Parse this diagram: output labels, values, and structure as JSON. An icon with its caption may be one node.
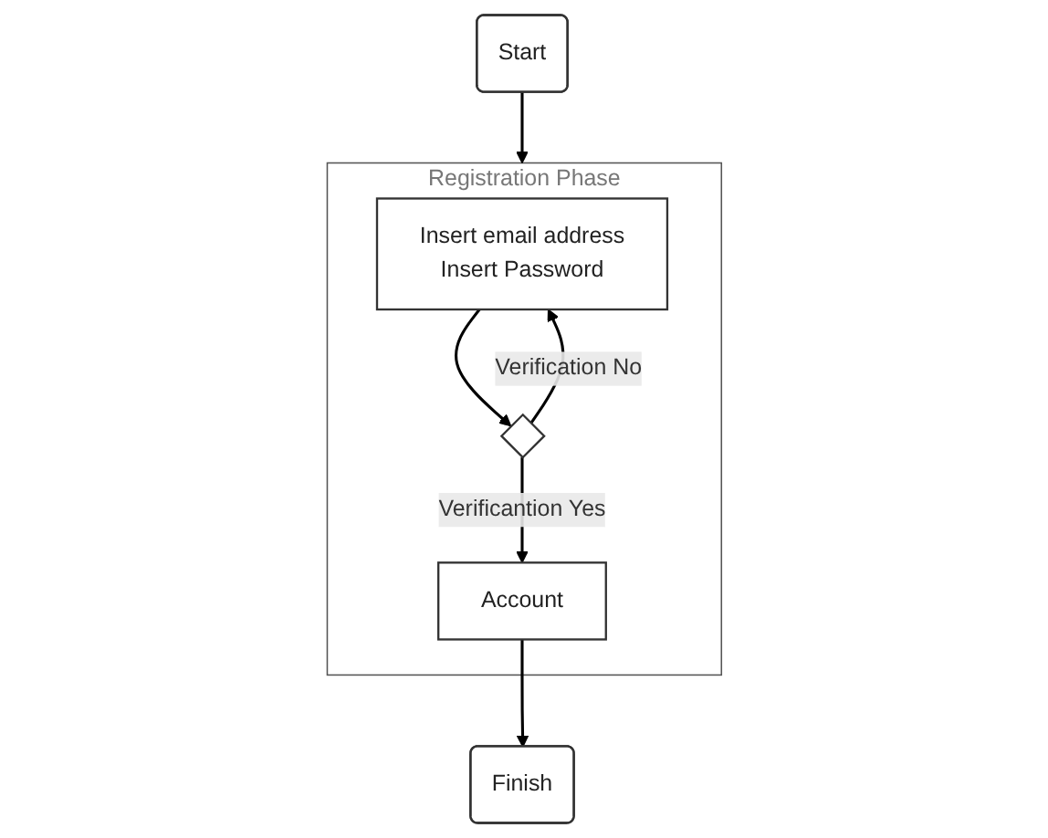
{
  "diagram": {
    "nodes": [
      {
        "text": [
          "Start"
        ]
      },
      {
        "text": [
          "Registration Phase"
        ]
      },
      {
        "text": [
          "Insert email address",
          "Insert Password"
        ],
        "in": 1
      },
      {
        "text": [],
        "shape": "diamond",
        "in": 1
      },
      {
        "text": [
          "Account"
        ],
        "in": 1
      },
      {
        "text": [
          "Finish"
        ]
      }
    ],
    "edges": [
      {
        "from": 0,
        "to": 1,
        "arrow": "to"
      },
      {
        "from": 2,
        "to": 3,
        "arrow": "to"
      },
      {
        "from": 3,
        "to": 2,
        "arrow": "to",
        "label": "Verification No"
      },
      {
        "from": 3,
        "to": 4,
        "arrow": "to",
        "label": "Verificantion Yes"
      },
      {
        "from": 4,
        "to": 5,
        "arrow": "to"
      }
    ]
  }
}
